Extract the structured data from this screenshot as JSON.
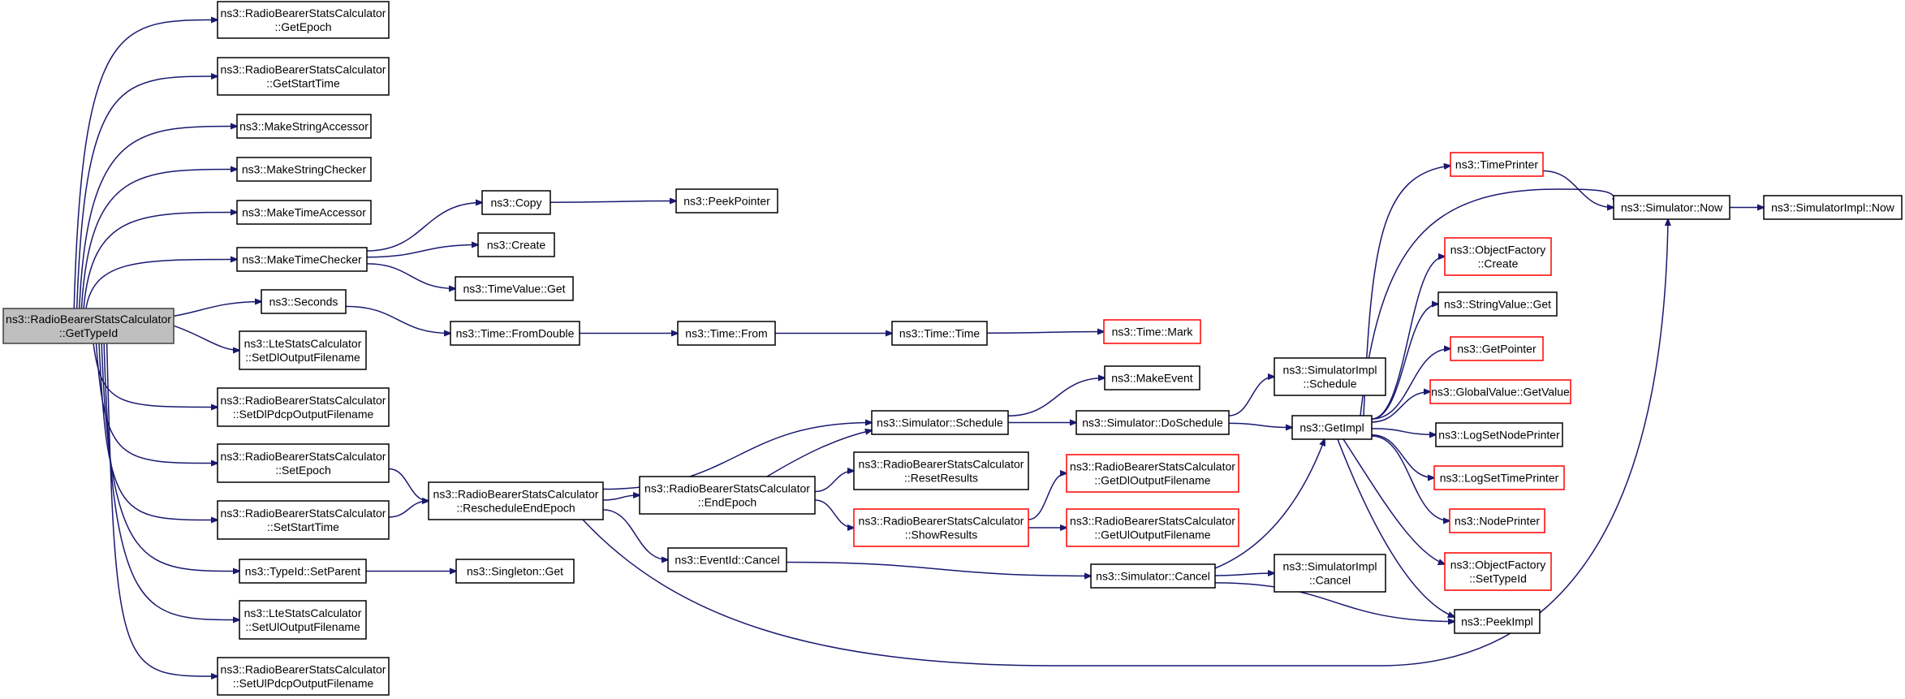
{
  "diagram": {
    "type": "call-graph",
    "colors": {
      "edge": "#191970",
      "box": "#000000",
      "red_box": "#ff0000",
      "root_fill": "#bfbfbf"
    },
    "nodes": [
      {
        "id": "root",
        "lines": [
          "ns3::RadioBearerStatsCalculator",
          "::GetTypeId"
        ],
        "style": "root"
      },
      {
        "id": "getepoch",
        "lines": [
          "ns3::RadioBearerStatsCalculator",
          "::GetEpoch"
        ]
      },
      {
        "id": "getstarttime",
        "lines": [
          "ns3::RadioBearerStatsCalculator",
          "::GetStartTime"
        ]
      },
      {
        "id": "mkstracc",
        "lines": [
          "ns3::MakeStringAccessor"
        ]
      },
      {
        "id": "mkstrchk",
        "lines": [
          "ns3::MakeStringChecker"
        ]
      },
      {
        "id": "mktimeacc",
        "lines": [
          "ns3::MakeTimeAccessor"
        ]
      },
      {
        "id": "mktimechk",
        "lines": [
          "ns3::MakeTimeChecker"
        ]
      },
      {
        "id": "seconds",
        "lines": [
          "ns3::Seconds"
        ]
      },
      {
        "id": "ltesetdl",
        "lines": [
          "ns3::LteStatsCalculator",
          "::SetDlOutputFilename"
        ]
      },
      {
        "id": "setdlpdcp",
        "lines": [
          "ns3::RadioBearerStatsCalculator",
          "::SetDlPdcpOutputFilename"
        ]
      },
      {
        "id": "setepoch",
        "lines": [
          "ns3::RadioBearerStatsCalculator",
          "::SetEpoch"
        ]
      },
      {
        "id": "setstarttime",
        "lines": [
          "ns3::RadioBearerStatsCalculator",
          "::SetStartTime"
        ]
      },
      {
        "id": "setparent",
        "lines": [
          "ns3::TypeId::SetParent"
        ]
      },
      {
        "id": "ltesetul",
        "lines": [
          "ns3::LteStatsCalculator",
          "::SetUlOutputFilename"
        ]
      },
      {
        "id": "setulpdcp",
        "lines": [
          "ns3::RadioBearerStatsCalculator",
          "::SetUlPdcpOutputFilename"
        ]
      },
      {
        "id": "copy",
        "lines": [
          "ns3::Copy"
        ]
      },
      {
        "id": "create",
        "lines": [
          "ns3::Create"
        ]
      },
      {
        "id": "timevalueget",
        "lines": [
          "ns3::TimeValue::Get"
        ]
      },
      {
        "id": "peekpointer",
        "lines": [
          "ns3::PeekPointer"
        ]
      },
      {
        "id": "fromdouble",
        "lines": [
          "ns3::Time::FromDouble"
        ]
      },
      {
        "id": "from",
        "lines": [
          "ns3::Time::From"
        ]
      },
      {
        "id": "time",
        "lines": [
          "ns3::Time::Time"
        ]
      },
      {
        "id": "mark",
        "lines": [
          "ns3::Time::Mark"
        ],
        "style": "red"
      },
      {
        "id": "reschedule",
        "lines": [
          "ns3::RadioBearerStatsCalculator",
          "::RescheduleEndEpoch"
        ]
      },
      {
        "id": "singletonget",
        "lines": [
          "ns3::Singleton::Get"
        ]
      },
      {
        "id": "endepoch",
        "lines": [
          "ns3::RadioBearerStatsCalculator",
          "::EndEpoch"
        ]
      },
      {
        "id": "eventcancel",
        "lines": [
          "ns3::EventId::Cancel"
        ]
      },
      {
        "id": "simschedule",
        "lines": [
          "ns3::Simulator::Schedule"
        ]
      },
      {
        "id": "resetresults",
        "lines": [
          "ns3::RadioBearerStatsCalculator",
          "::ResetResults"
        ]
      },
      {
        "id": "showresults",
        "lines": [
          "ns3::RadioBearerStatsCalculator",
          "::ShowResults"
        ],
        "style": "red"
      },
      {
        "id": "makeevent",
        "lines": [
          "ns3::MakeEvent"
        ]
      },
      {
        "id": "doschedule",
        "lines": [
          "ns3::Simulator::DoSchedule"
        ]
      },
      {
        "id": "getdlout",
        "lines": [
          "ns3::RadioBearerStatsCalculator",
          "::GetDlOutputFilename"
        ],
        "style": "red"
      },
      {
        "id": "getulout",
        "lines": [
          "ns3::RadioBearerStatsCalculator",
          "::GetUlOutputFilename"
        ],
        "style": "red"
      },
      {
        "id": "simcancel",
        "lines": [
          "ns3::Simulator::Cancel"
        ]
      },
      {
        "id": "implschedule",
        "lines": [
          "ns3::SimulatorImpl",
          "::Schedule"
        ]
      },
      {
        "id": "implcancel",
        "lines": [
          "ns3::SimulatorImpl",
          "::Cancel"
        ]
      },
      {
        "id": "getimpl",
        "lines": [
          "ns3::GetImpl"
        ]
      },
      {
        "id": "timeprinter",
        "lines": [
          "ns3::TimePrinter"
        ],
        "style": "red"
      },
      {
        "id": "ofcreate",
        "lines": [
          "ns3::ObjectFactory",
          "::Create"
        ],
        "style": "red"
      },
      {
        "id": "stringvalueget",
        "lines": [
          "ns3::StringValue::Get"
        ]
      },
      {
        "id": "getpointer",
        "lines": [
          "ns3::GetPointer"
        ],
        "style": "red"
      },
      {
        "id": "gvgetvalue",
        "lines": [
          "ns3::GlobalValue::GetValue"
        ],
        "style": "red"
      },
      {
        "id": "logsetnode",
        "lines": [
          "ns3::LogSetNodePrinter"
        ]
      },
      {
        "id": "logsettime",
        "lines": [
          "ns3::LogSetTimePrinter"
        ],
        "style": "red"
      },
      {
        "id": "nodeprinter",
        "lines": [
          "ns3::NodePrinter"
        ],
        "style": "red"
      },
      {
        "id": "ofsettypeid",
        "lines": [
          "ns3::ObjectFactory",
          "::SetTypeId"
        ],
        "style": "red"
      },
      {
        "id": "peekimpl",
        "lines": [
          "ns3::PeekImpl"
        ]
      },
      {
        "id": "simnow",
        "lines": [
          "ns3::Simulator::Now"
        ]
      },
      {
        "id": "implnow",
        "lines": [
          "ns3::SimulatorImpl::Now"
        ]
      }
    ],
    "edges": [
      [
        "root",
        "getepoch"
      ],
      [
        "root",
        "getstarttime"
      ],
      [
        "root",
        "mkstracc"
      ],
      [
        "root",
        "mkstrchk"
      ],
      [
        "root",
        "mktimeacc"
      ],
      [
        "root",
        "mktimechk"
      ],
      [
        "root",
        "seconds"
      ],
      [
        "root",
        "ltesetdl"
      ],
      [
        "root",
        "setdlpdcp"
      ],
      [
        "root",
        "setepoch"
      ],
      [
        "root",
        "setstarttime"
      ],
      [
        "root",
        "setparent"
      ],
      [
        "root",
        "ltesetul"
      ],
      [
        "root",
        "setulpdcp"
      ],
      [
        "mktimechk",
        "copy"
      ],
      [
        "mktimechk",
        "create"
      ],
      [
        "mktimechk",
        "timevalueget"
      ],
      [
        "copy",
        "peekpointer"
      ],
      [
        "seconds",
        "fromdouble"
      ],
      [
        "fromdouble",
        "from"
      ],
      [
        "from",
        "time"
      ],
      [
        "time",
        "mark"
      ],
      [
        "setepoch",
        "reschedule"
      ],
      [
        "setstarttime",
        "reschedule"
      ],
      [
        "setparent",
        "singletonget"
      ],
      [
        "reschedule",
        "simschedule"
      ],
      [
        "reschedule",
        "endepoch"
      ],
      [
        "reschedule",
        "eventcancel"
      ],
      [
        "reschedule",
        "simnow"
      ],
      [
        "endepoch",
        "simschedule"
      ],
      [
        "endepoch",
        "resetresults"
      ],
      [
        "endepoch",
        "showresults"
      ],
      [
        "eventcancel",
        "simcancel"
      ],
      [
        "simschedule",
        "makeevent"
      ],
      [
        "simschedule",
        "doschedule"
      ],
      [
        "showresults",
        "getdlout"
      ],
      [
        "showresults",
        "getulout"
      ],
      [
        "doschedule",
        "implschedule"
      ],
      [
        "doschedule",
        "getimpl"
      ],
      [
        "simcancel",
        "getimpl"
      ],
      [
        "simcancel",
        "implcancel"
      ],
      [
        "simcancel",
        "peekimpl"
      ],
      [
        "getimpl",
        "timeprinter"
      ],
      [
        "getimpl",
        "simnow"
      ],
      [
        "getimpl",
        "ofcreate"
      ],
      [
        "getimpl",
        "stringvalueget"
      ],
      [
        "getimpl",
        "getpointer"
      ],
      [
        "getimpl",
        "gvgetvalue"
      ],
      [
        "getimpl",
        "logsetnode"
      ],
      [
        "getimpl",
        "logsettime"
      ],
      [
        "getimpl",
        "nodeprinter"
      ],
      [
        "getimpl",
        "ofsettypeid"
      ],
      [
        "getimpl",
        "peekimpl"
      ],
      [
        "timeprinter",
        "simnow"
      ],
      [
        "simnow",
        "implnow"
      ]
    ]
  }
}
